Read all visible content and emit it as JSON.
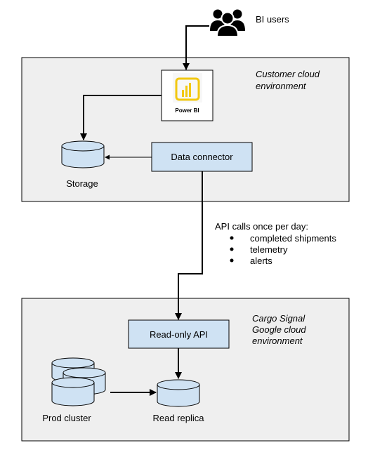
{
  "users": {
    "label": "BI users",
    "icon": "users-group-icon"
  },
  "customer_region": {
    "label_line1": "Customer cloud",
    "label_line2": "environment"
  },
  "powerbi": {
    "label": "Power BI",
    "icon": "power-bi-logo",
    "logo_color": "#F2C811"
  },
  "storage": {
    "label": "Storage"
  },
  "data_connector": {
    "label": "Data connector"
  },
  "api_note": {
    "title": "API calls once per day:",
    "items": [
      "completed  shipments",
      "telemetry",
      "alerts"
    ]
  },
  "cargo_region": {
    "label_line1": "Cargo Signal",
    "label_line2": "Google cloud",
    "label_line3": "environment"
  },
  "readonly_api": {
    "label": "Read-only API"
  },
  "prod_cluster": {
    "label": "Prod cluster"
  },
  "read_replica": {
    "label": "Read replica"
  },
  "colors": {
    "region_fill": "#EFEFEF",
    "box_fill": "#CFE2F3",
    "line": "#000000",
    "bullet": "#000000"
  }
}
